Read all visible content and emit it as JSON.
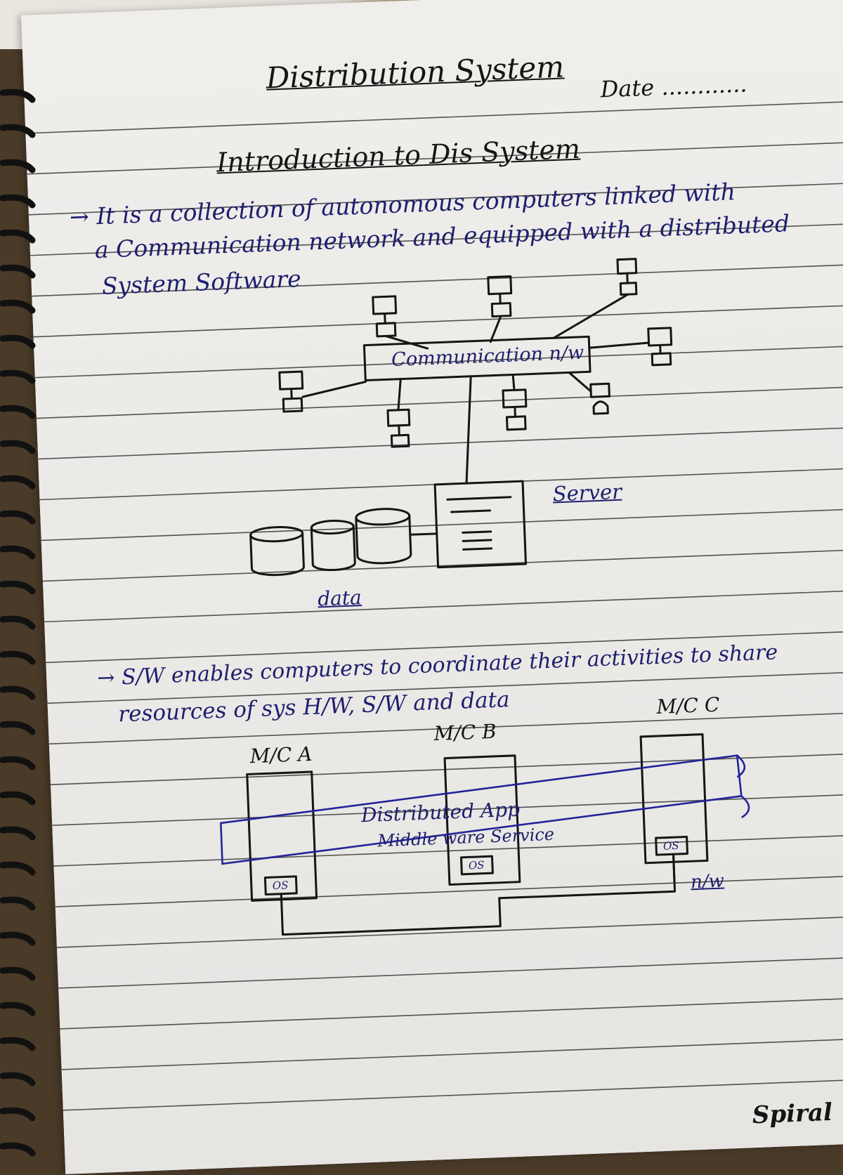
{
  "notebook": {
    "title": "Distribution System",
    "date_label": "Date ............",
    "heading": "Introduction to Dis System",
    "para1_line1": "→ It is a collection of autonomous computers linked with",
    "para1_line2": "a Communication network and equipped with a distributed",
    "para1_line3": "System Software",
    "para2_line1": "→ S/W enables computers to coordinate their activities to share",
    "para2_line2": "resources of sys H/W, S/W and data",
    "footer_brand": "Spiral"
  },
  "diagram1": {
    "network_label": "Communication n/w",
    "server_label": "Server",
    "data_label": "data"
  },
  "diagram2": {
    "machine_a": "M/C A",
    "machine_b": "M/C B",
    "machine_c": "M/C C",
    "app_label": "Distributed App",
    "middleware_label": "Middle ware Service",
    "os_label": "OS",
    "network_label": "n/w"
  },
  "colors": {
    "ink_blue": "#1e1e6e",
    "ink_black": "#151515",
    "rule_line": "#2c2c2c",
    "paper": "#ecebe8"
  }
}
